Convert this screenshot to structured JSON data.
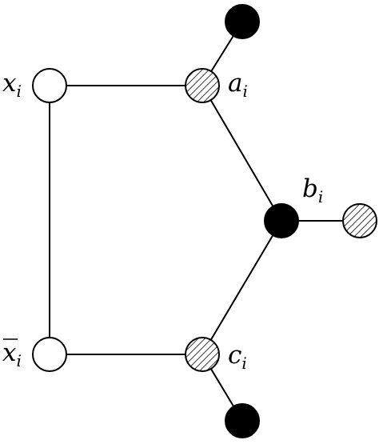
{
  "nodes": {
    "x": {
      "fill": "white",
      "label": "x",
      "sub": "i"
    },
    "x_bar": {
      "fill": "white",
      "label": "x",
      "sub": "i",
      "overlined": true
    },
    "a": {
      "fill": "hatched",
      "label": "a",
      "sub": "i"
    },
    "b": {
      "fill": "black",
      "label": "b",
      "sub": "i"
    },
    "c": {
      "fill": "hatched",
      "label": "c",
      "sub": "i"
    },
    "a_pend": {
      "fill": "black"
    },
    "b_pend": {
      "fill": "hatched"
    },
    "c_pend": {
      "fill": "black"
    }
  },
  "colors": {
    "black": "#000000",
    "white": "#ffffff"
  }
}
